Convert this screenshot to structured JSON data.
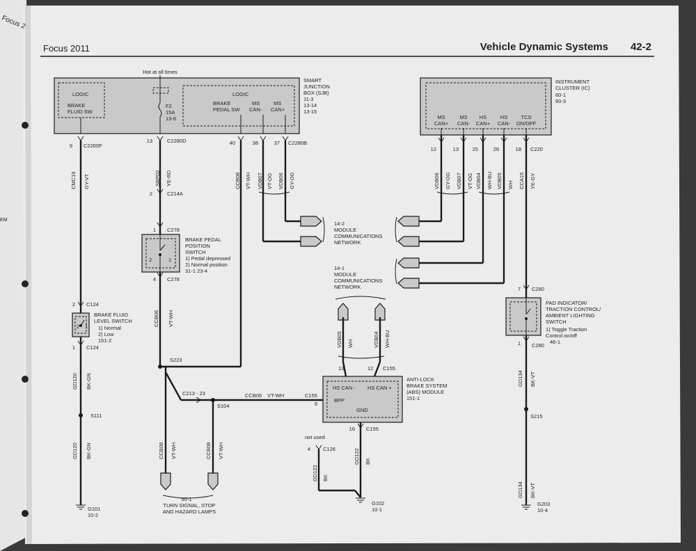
{
  "header": {
    "left_title": "Focus 2011",
    "section_title": "Vehicle Dynamic Systems",
    "page_number": "42-2",
    "spine_text": "Focus 2"
  },
  "sjb": {
    "hot_label": "Hot at all times",
    "title": [
      "SMART",
      "JUNCTION",
      "BOX (SJB)",
      "11-3",
      "13-14",
      "13-15"
    ],
    "logic_left": "LOGIC",
    "brake_fluid_sw": [
      "BRAKE",
      "FLUID SW"
    ],
    "fuse": [
      "F2",
      "15A",
      "13-6"
    ],
    "logic_right": "LOGIC",
    "brake_pedal_sw": [
      "BRAKE",
      "PEDAL SW"
    ],
    "ms_can_minus": [
      "MS",
      "CAN-"
    ],
    "ms_can_plus": [
      "MS",
      "CAN+"
    ]
  },
  "ic": {
    "title": [
      "INSTRUMENT",
      "CLUSTER (IC)",
      "60-1",
      "60-3"
    ],
    "pins": [
      {
        "name": [
          "MS",
          "CAN+"
        ],
        "pin": "12",
        "circuit": "VDB06",
        "color": "GY-OG"
      },
      {
        "name": [
          "MS",
          "CAN-"
        ],
        "pin": "13",
        "circuit": "VDB07",
        "color": "VT-OG"
      },
      {
        "name": [
          "HS",
          "CAN+"
        ],
        "pin": "25",
        "circuit": "VDB04",
        "color": "WH-BU"
      },
      {
        "name": [
          "HS",
          "CAN-"
        ],
        "pin": "26",
        "circuit": "VDB05",
        "color": "WH"
      },
      {
        "name": [
          "TCS",
          "ON/OFF"
        ],
        "pin": "18",
        "circuit": "CCA15",
        "color": "YE-GY"
      }
    ],
    "connector": "C220"
  },
  "wires": {
    "w1": {
      "pin": "9",
      "conn": "C2260F",
      "circuit": "CMC19",
      "color": "GY-VT"
    },
    "w2": {
      "pin": "13",
      "conn": "C2280D",
      "circuit": "SBP02",
      "color": "YE-RD",
      "pin2": "2",
      "conn2": "C214A"
    },
    "w3": {
      "pin": "40",
      "circuit": "CCB08",
      "color": "VT-WH"
    },
    "w4": {
      "pin": "38",
      "circuit": "VDB07",
      "color": "VT-OG"
    },
    "w5": {
      "pin": "37",
      "conn": "C2280B",
      "circuit": "VDB06",
      "color": "GY-OG"
    }
  },
  "network1": [
    "14-2",
    "MODULE",
    "COMMUNICATIONS",
    "NETWORK"
  ],
  "network2": [
    "14-1",
    "MODULE",
    "COMMUNICATIONS",
    "NETWORK"
  ],
  "bpp_switch": {
    "title": [
      "BRAKE PEDAL",
      "POSITION",
      "SWITCH"
    ],
    "states": [
      "1) Pedal depressed",
      "2) Normal position",
      "31-1         23-4"
    ],
    "top_pin": "1",
    "top_conn": "C278",
    "bottom_pin": "4",
    "bottom_conn": "C278",
    "inner_left": "2",
    "inner_right": "1"
  },
  "bf_switch": {
    "title": [
      "BRAKE FLUID",
      "LEVEL SWITCH"
    ],
    "states": [
      "1) Normal",
      "2) Low",
      "151-2"
    ],
    "top_pin": "2",
    "top_conn": "C124",
    "bottom_pin": "1",
    "bottom_conn": "C124",
    "inner_left": "2",
    "inner_right": "1"
  },
  "lower_wires": {
    "ccb06_circuit": "CCB06",
    "ccb06_color": "VT-WH",
    "splice_s223": "S223",
    "c213": "C213 - 23",
    "splice_s104": "S104",
    "ccb06_abs_circuit": "CCB06",
    "ccb06_abs_color": "VT-WH",
    "ccb08_left": "CCB08",
    "ccb08_left_color": "VT-WH",
    "ccb08_right": "CCB08",
    "ccb08_right_color": "VT-WH",
    "lamps": [
      "90-1",
      "TURN SIGNAL, STOP",
      "AND HAZARD LAMPS"
    ],
    "gd120_top": "GD120",
    "gd120_top_color": "BK-GN",
    "splice_s111": "S111",
    "gd120_bot": "GD120",
    "gd120_bot_color": "BK-GN",
    "ground_g101": [
      "G101",
      "10-2"
    ]
  },
  "abs": {
    "title": [
      "ANTI-LOCK",
      "BRAKE SYSTEM",
      "(ABS) MODULE",
      "151-1"
    ],
    "hs_can_minus": "HS CAN -",
    "hs_can_plus": "HS CAN +",
    "bpp": "BPP",
    "gnd": "GND",
    "pin13": "13",
    "pin12": "12",
    "conn_top": "C155",
    "pin6": "6",
    "conn_left": "C155",
    "pin16": "16",
    "conn_bottom": "C155",
    "vdb05": "VDB05",
    "vdb05_color": "WH",
    "vdb04": "VDB04",
    "vdb04_color": "WH-BU",
    "not_used": "not used",
    "c126_pin": "4",
    "c126": "C126",
    "gd122_left": "GD122",
    "gd122_left_color": "BK",
    "gd122_right": "GD122",
    "gd122_right_color": "BK",
    "ground_g102": [
      "G102",
      "10-1"
    ]
  },
  "tc_switch": {
    "title": [
      "PAD INDICATOR/",
      "TRACTION CONTROL/",
      "AMBIENT LIGHTING",
      "SWITCH"
    ],
    "states": [
      "1) Toggle Traction",
      "     Control on/off",
      "46-1"
    ],
    "top_pin": "7",
    "top_conn": "C280",
    "bottom_pin": "1",
    "bottom_conn": "C280",
    "gd134_top": "GD134",
    "gd134_top_color": "BK-VT",
    "splice_s215": "S215",
    "gd134_bot": "GD134",
    "gd134_bot_color": "BK-VT",
    "ground_g203": [
      "G203",
      "10-4"
    ]
  },
  "edge_text": "EM"
}
